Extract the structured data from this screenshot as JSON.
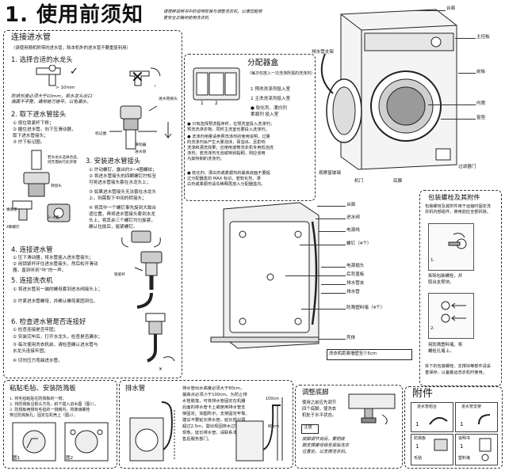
{
  "header": {
    "title": "1. 使用前须知",
    "intro": [
      "请按照说明书中的说明安装与调整洗衣机，以便您能够",
      "更安全正确地使用洗衣机"
    ]
  },
  "connect": {
    "title": "连接进水管",
    "subtitle": "（请使用随机附带的进水管，除本机外的进水管不要重复利用）",
    "s1": {
      "title": "1. 选择合适的水龙头",
      "dim": "> 10mm",
      "note": [
        "防锈长度必须大于10mm，若水龙头出口",
        "端面不平整，请用锉刀锉平，以免漏水。"
      ]
    },
    "s2": {
      "title": "2. 取下进水管接头",
      "steps": [
        "① 按住锁紧杆下移；",
        "② 握住进水管，向下压滑动器，",
        "   取下进水管接头；",
        "③ 拧下标记圈。"
      ],
      "parts": [
        "进水管接头",
        "标记圈",
        "滑动器",
        "进水管"
      ],
      "labels": [
        "橡胶垫",
        "4颗螺钉"
      ]
    },
    "s3": {
      "title": "3. 安装进水管接头",
      "steps": [
        "① 拧动螺钉，露出约3~4圈螺纹；",
        "② 将进水管接头的四颗螺钉拧松至",
        "   可将进水管接头套在水龙头上；",
        "③ 如果进水管接头无法套在水龙头",
        "   上，则需取下中间的转接头；",
        "④ 将其中一个螺钉事先旋到大致合",
        "   适位置，再将进水管接头套到水龙",
        "   头上，将其余三个螺钉均匀旋紧，",
        "   确认拉拢后，旋紧螺钉。"
      ],
      "labels": [
        "若水龙头选择合适，",
        "则无需执行此步骤",
        "转接头",
        "3~4圈"
      ]
    },
    "s4": {
      "title": "4. 连接进水管",
      "steps": [
        "① 压下滑动器，将水管插入进水管接头；",
        "② 用锁紧杆环住进水管接头，然后松开滑动",
        "   器，直到听到“咔”的一声。"
      ],
      "labels": [
        "锁紧杆"
      ]
    },
    "s5": {
      "title": "5. 连接洗衣机",
      "steps": [
        "① 将进水管另一端的螺母套到进水阀接头上；",
        "② 拧紧进水管螺母，并确认螺母紧固到位。"
      ]
    },
    "s6": {
      "title": "6. 检查进水管是否连接好",
      "steps": [
        "① 检查连接是否牢固；",
        "② 安装完毕后，打开水龙头，检查是否漏水；",
        "③ 每次使用洗衣机前，请检查确认进水管与",
        "   水龙头连接牢固；",
        "④ 切勿压力弯曲进水管。"
      ]
    }
  },
  "distributor": {
    "title": "分配器盒",
    "subtitle": "（每次仅放入一次洗涤所需的洗涤剂）",
    "items": [
      "1  预洗洗涤剂投入室",
      "2  主洗洗涤剂投入室",
      "●  软化剂、漂白剂",
      "   柔顺剂  投入室"
    ],
    "notes": [
      "● 只有选择预洗程序时，在预洗室投入洗涤剂；",
      "   预洗洗涤衣物，同时主洗室也要投入洗涤剂。",
      "● 洗涤剂用量请参照洗涤剂的使用说明，过量",
      "   的洗涤剂会产生大量泡沫，易溢出，且影响",
      "   洗涤和漂洗效果；应使用滚筒洗衣机专用低泡洗",
      "   涤剂；若洗涤剂无泡或特别黏稠，则应该用",
      "   为其特制的洗涤剂；",
      "● 软化剂、漂白剂或柔顺剂的最高液面不要超",
      "   过分配器盒的 MAX 标识，若软化剂、漂",
      "   白剂或柔顺剂请先稀释再放入分配器盒内。"
    ]
  },
  "machine_labels": {
    "top": "台面",
    "panel": "主控板",
    "door": "前板",
    "drum": "内筒",
    "gasket": "窗垫",
    "hose": "排水管支架",
    "pump": "过滤器门",
    "glass": "观察窗玻璃",
    "door2": "机门",
    "foot": "底脚"
  },
  "back_labels": {
    "top": "台面",
    "valve": "进水阀",
    "cord": "电源线",
    "bolts": "螺钉（4个）",
    "plug": "电源插头",
    "cover": "后背盖板",
    "hose_holder": "排水管夹",
    "drain": "排水管",
    "caps": "防溅塑料堵（4个）",
    "shell": "壳体",
    "gap": "洗衣机距离墙壁至少5cm"
  },
  "bolts": {
    "title": "包装螺栓及其附件",
    "desc": [
      "包装螺栓及其附件用于运输时固定洗",
      "衣机内部组件，使用前应全部拆除。"
    ],
    "step1": "1.",
    "step1_text": [
      "拆除包装螺栓，并",
      "取出支撑块。"
    ],
    "step2": "2.",
    "step2_text": [
      "用防溅塑料堵，将",
      "螺栓孔堵上。"
    ],
    "footer": [
      "拆下的包装螺栓、支撑块等部件请妥",
      "善保存，以备搬运洗衣机时使用。"
    ]
  },
  "lint": {
    "title": "粘贴毛毡、安装防溅板",
    "steps": [
      "1. 将毛毡粘贴在防溅板的一侧；",
      "2. 将防溅板沿箭头方向，斜下插入进水图（图1）。",
      "3. 防溅板两侧有毛毡的一侧朝内，将玻璃螺栓",
      "   穿过防溅板孔，固定在机壳上（图2）。"
    ],
    "fig1": "图1",
    "fig2": "图2"
  },
  "drain": {
    "title": "排水管",
    "text": [
      "排水管出水高度必须大于80cm，",
      "最高点必须小于100cm。为防止排",
      "水管脱落，可将排水管固定在机器",
      "后面的排水管卡上或使用排水管支",
      "架固定。如图所示，支架固定牢靠。",
      "建议不要延长排水管，延长部分弱",
      "超过2.5m，需出现因排水过慢等",
      "现象。延长排水管，请联系本公司",
      "售后服务部门。"
    ],
    "h1": "100cm",
    "h2": "80cm"
  },
  "level": {
    "title": "调整底脚",
    "text": [
      "使用之前应先调节",
      "四个底脚，使洗衣",
      "机处于水平状态。"
    ],
    "note_label": "注意",
    "note": [
      "底脚调节完后，要把底",
      "脚支撑螺母锁至紧贴洗衣",
      "位置处，以支撑洗衣机。"
    ]
  },
  "accessories": {
    "title": "附件",
    "items": [
      {
        "name": "进水管组合",
        "qty": "1"
      },
      {
        "name": "进水管支架",
        "qty": "1"
      },
      {
        "name": "防溅板",
        "qty": "1",
        "sub": "毛毡"
      },
      {
        "name": "说明书",
        "qty": "1",
        "sub": "塑料堵"
      }
    ]
  },
  "colors": {
    "ink": "#111111",
    "gray": "#9a9a9a",
    "dash": "#333333"
  }
}
